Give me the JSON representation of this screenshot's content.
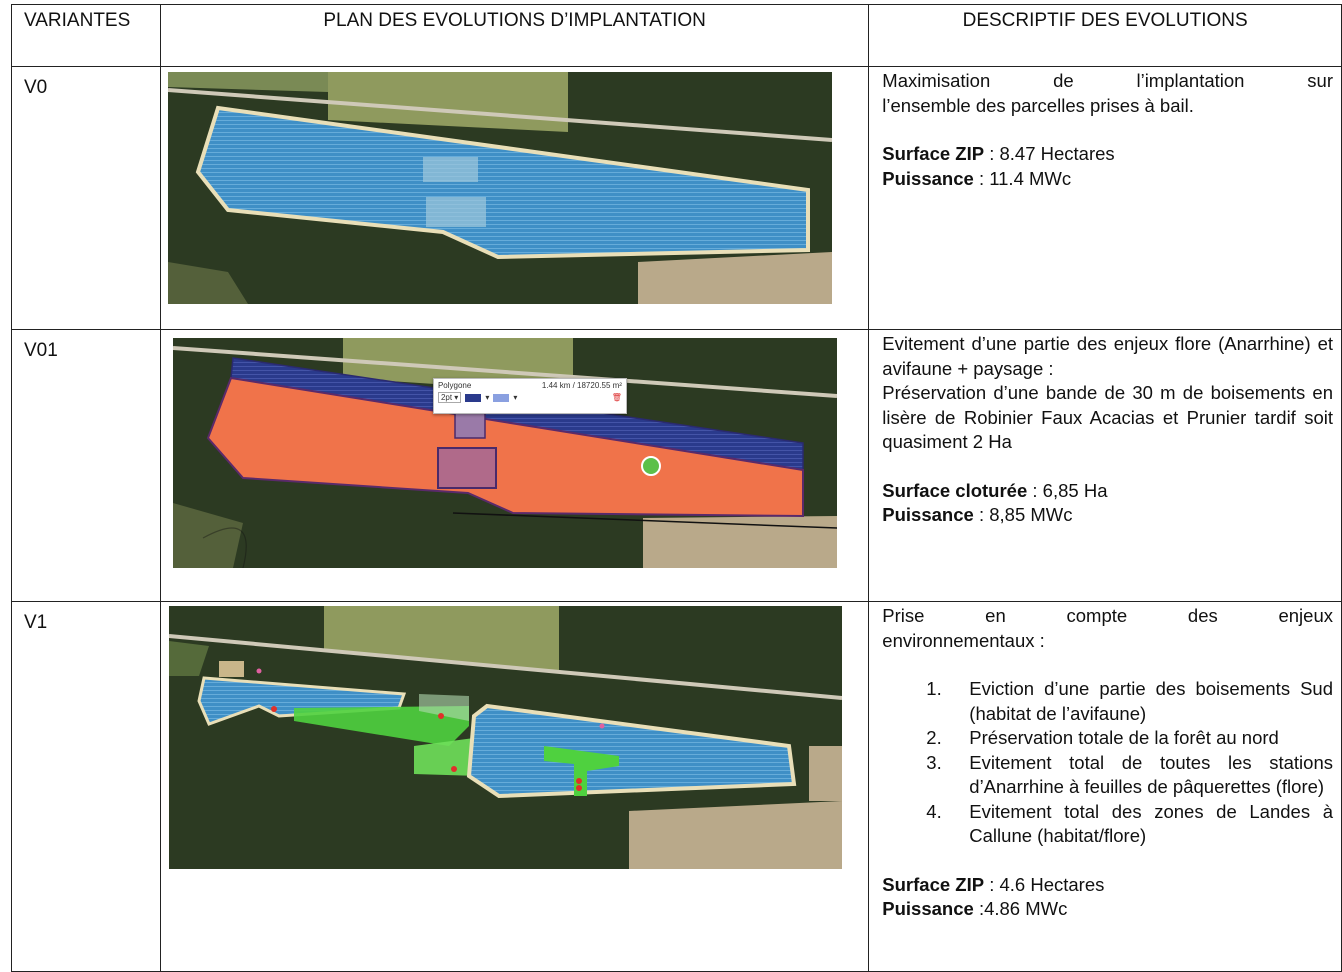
{
  "headers": {
    "variantes": "VARIANTES",
    "plan": "PLAN DES EVOLUTIONS D’IMPLANTATION",
    "descriptif": "DESCRIPTIF DES EVOLUTIONS"
  },
  "rows": [
    {
      "variant": "V0",
      "desc_line1": "Maximisation de l’implantation sur",
      "desc_line2": "l’ensemble des parcelles prises à bail.",
      "stat1_label": "Surface ZIP",
      "stat1_value": " : 8.47 Hectares",
      "stat2_label": "Puissance",
      "stat2_value": " : 11.4 MWc"
    },
    {
      "variant": "V01",
      "desc_para1": "Evitement d’une partie des enjeux flore (Anarrhine) et avifaune + paysage :",
      "desc_para2": "Préservation d’une bande de 30 m de boisements en lisère de Robinier Faux Acacias et Prunier tardif soit quasiment 2 Ha",
      "stat1_label": "Surface cloturée",
      "stat1_value": " : 6,85 Ha",
      "stat2_label": "Puissance",
      "stat2_value": " : 8,85 MWc",
      "map_popup": {
        "title": "Polygone",
        "measure": "1.44 km / 18720.55 m²",
        "stroke": "2pt"
      }
    },
    {
      "variant": "V1",
      "desc_line1": "Prise en compte des enjeux",
      "desc_line2": "environnementaux :",
      "list": [
        {
          "num": "1.",
          "text": "Eviction d’une partie des boisements Sud (habitat de l’avifaune)"
        },
        {
          "num": "2.",
          "text": "Préservation totale de la forêt au nord"
        },
        {
          "num": "3.",
          "text": "Evitement total de toutes les stations d’Anarrhine à feuilles de pâquerettes (flore)"
        },
        {
          "num": "4.",
          "text": "Evitement total des zones de Landes à Callune (habitat/flore)"
        }
      ],
      "stat1_label": "Surface ZIP",
      "stat1_value": " : 4.6 Hectares",
      "stat2_label": "Puissance",
      "stat2_value": " :4.86 MWc"
    }
  ],
  "colors": {
    "panel_blue": "#3f8fc6",
    "zone_orange": "#f0734a",
    "zone_navy": "#2a3a8c",
    "zone_green": "#4fd13f",
    "forest": "#2c3a22",
    "field": "#9da66a",
    "road": "#cfc9b8"
  }
}
